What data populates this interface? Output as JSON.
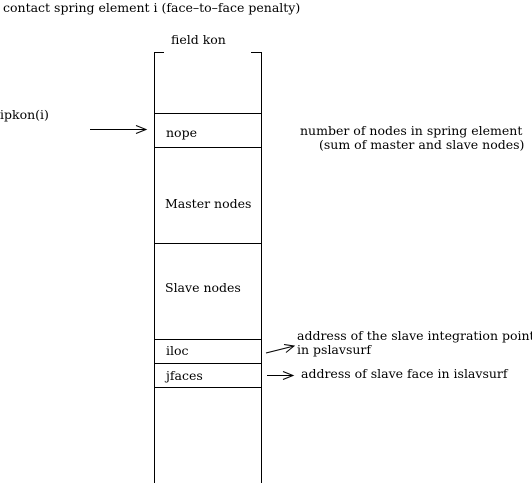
{
  "title": "contact spring element i (face–to–face penalty)",
  "field_label": "field kon",
  "pointer_label": "ipkon(i)",
  "cells": {
    "nope": "nope",
    "master": "Master nodes",
    "slave": "Slave nodes",
    "iloc": "iloc",
    "jfaces": "jfaces"
  },
  "annotations": {
    "nope_line1": "number of nodes in spring element",
    "nope_line2": "(sum of master and slave nodes)",
    "iloc_line1": "address of the slave integration point",
    "iloc_line2": "in pslavsurf",
    "jfaces": "address of slave face in islavsurf"
  }
}
